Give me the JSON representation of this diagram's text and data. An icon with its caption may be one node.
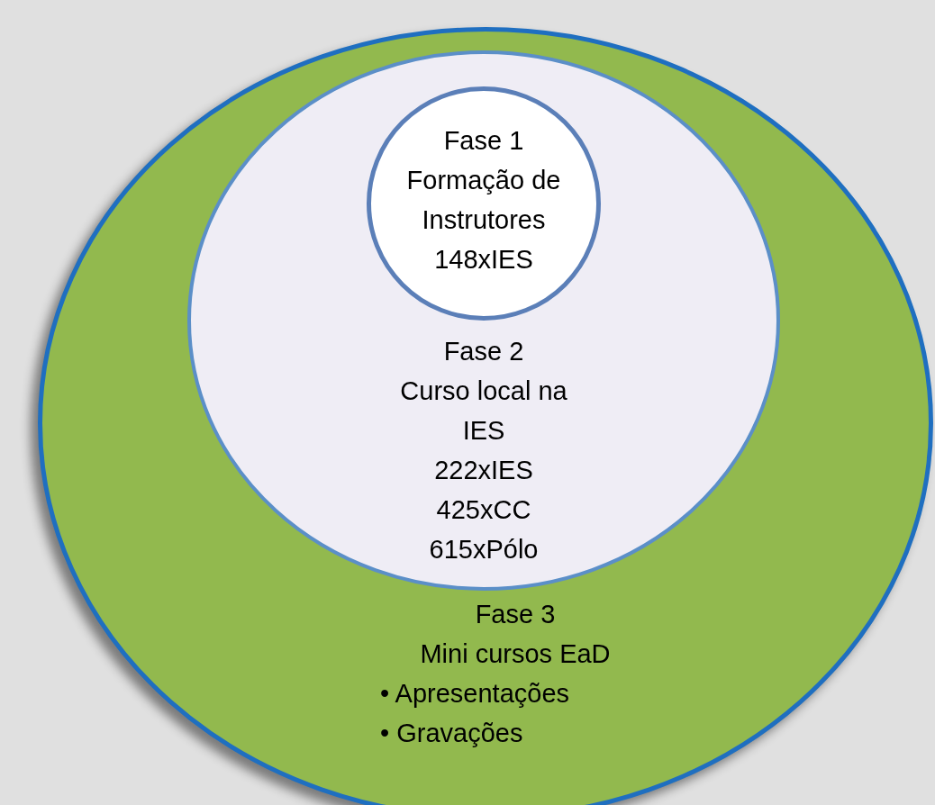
{
  "diagram": {
    "nodes": [
      {
        "text": [
          "Fase 3",
          "Mini cursos EaD",
          "• Apresentações",
          "• Gravações"
        ]
      },
      {
        "text": [
          "Fase 2",
          "Curso local na IES",
          "222xIES",
          "425xCC",
          "615xPólo"
        ],
        "in": 0
      },
      {
        "text": [
          "Fase 1",
          "Formação de Instrutores",
          "148xIES"
        ],
        "in": 1
      }
    ]
  }
}
